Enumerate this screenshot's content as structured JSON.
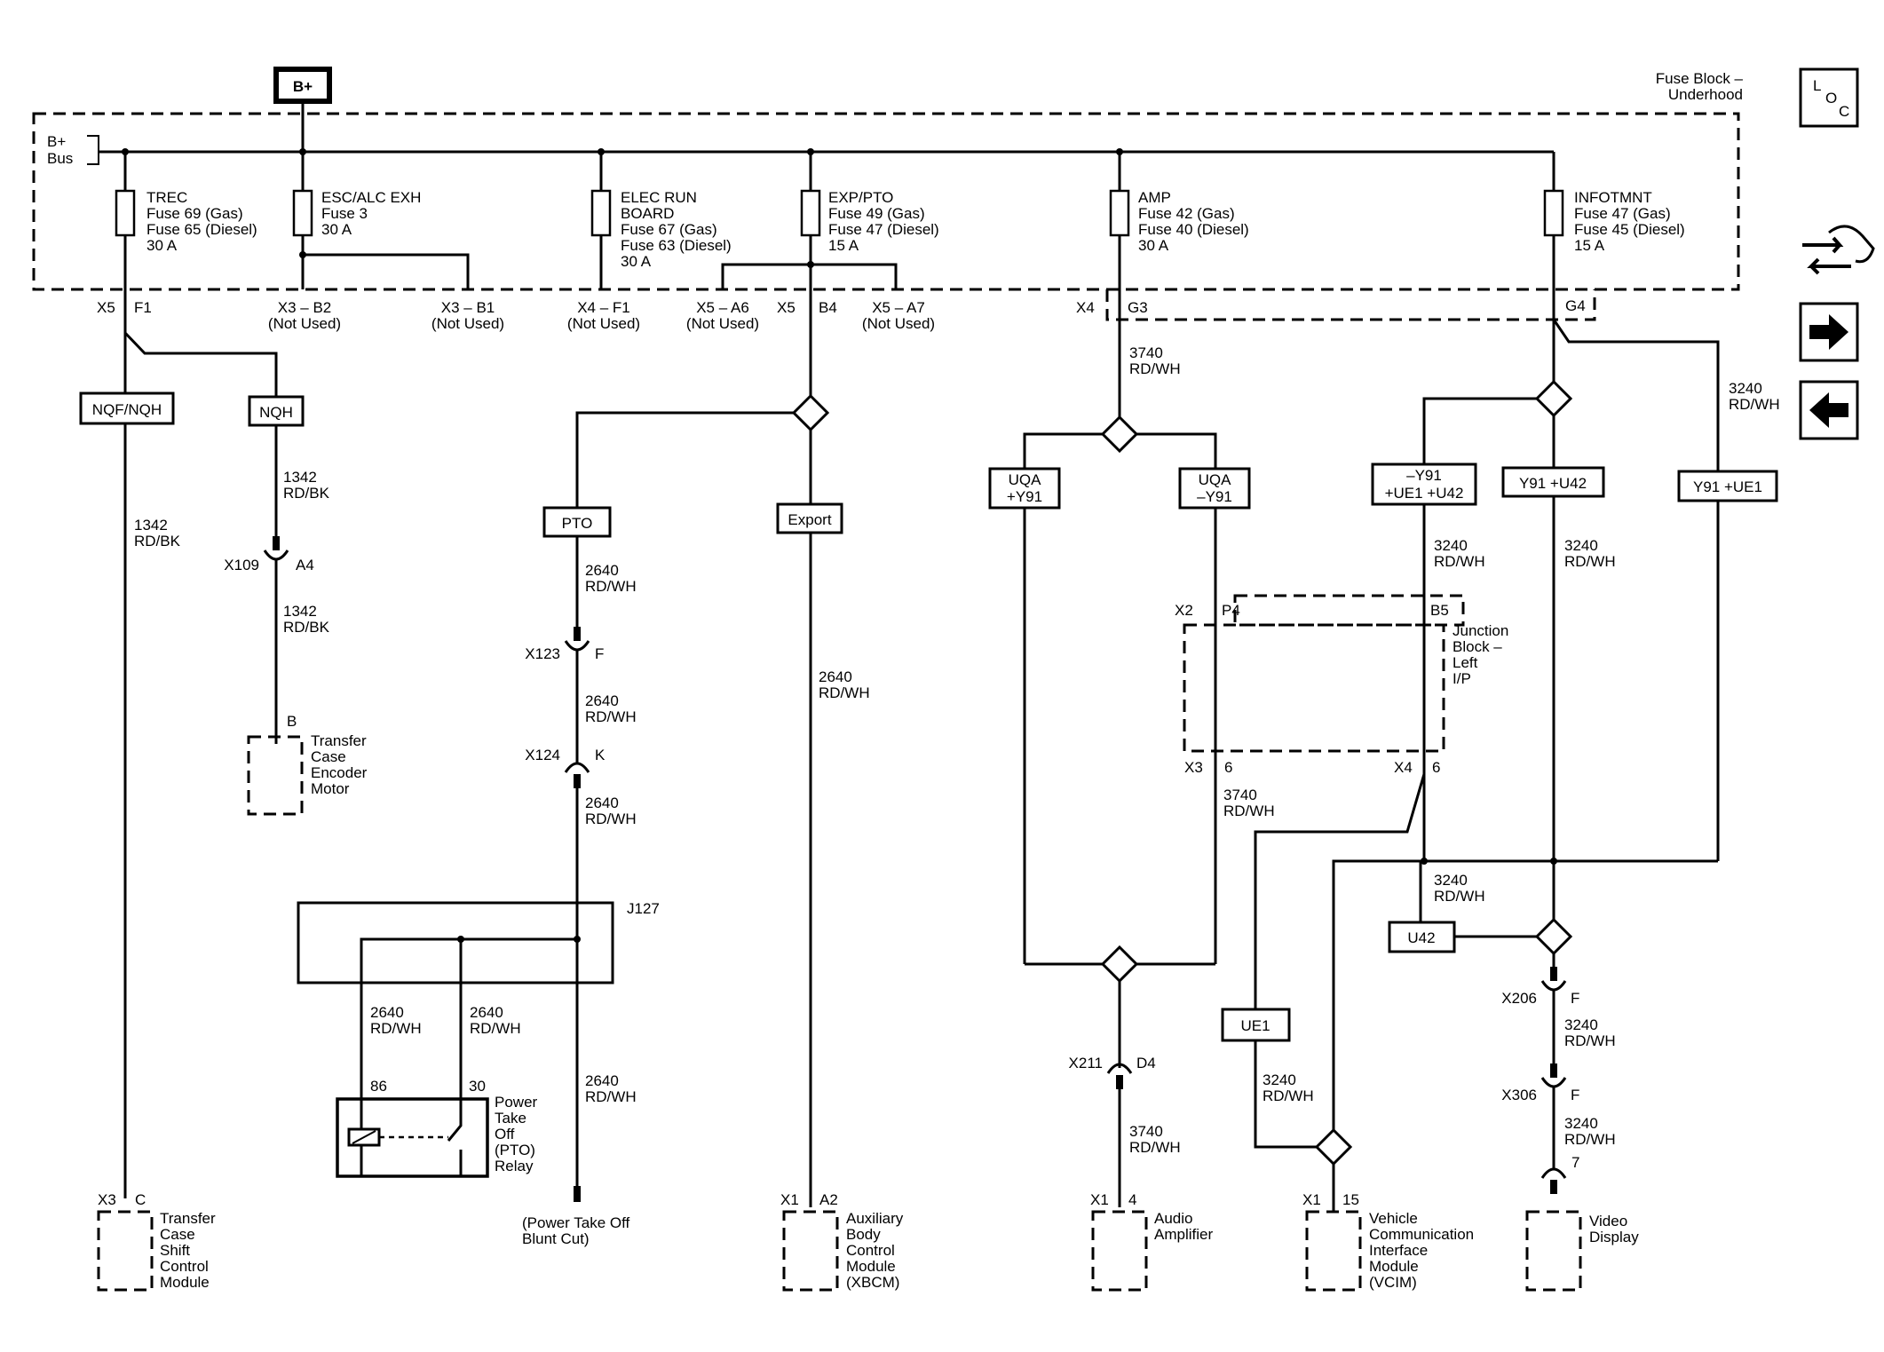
{
  "source": {
    "label": "B+"
  },
  "fuse_block": {
    "title_line1": "Fuse Block –",
    "title_line2": "Underhood",
    "bus_line1": "B+",
    "bus_line2": "Bus"
  },
  "nav": {
    "loc_l": "L",
    "loc_o": "O",
    "loc_c": "C"
  },
  "fuses": [
    {
      "lines": [
        "TREC",
        "Fuse 69 (Gas)",
        "Fuse 65 (Diesel)",
        "30 A"
      ]
    },
    {
      "lines": [
        "ESC/ALC EXH",
        "Fuse 3",
        "30 A"
      ]
    },
    {
      "lines": [
        "ELEC RUN",
        "BOARD",
        "Fuse 67 (Gas)",
        "Fuse 63 (Diesel)",
        "30 A"
      ]
    },
    {
      "lines": [
        "EXP/PTO",
        "Fuse 49 (Gas)",
        "Fuse 47 (Diesel)",
        "15 A"
      ]
    },
    {
      "lines": [
        "AMP",
        "Fuse 42 (Gas)",
        "Fuse 40 (Diesel)",
        "30 A"
      ]
    },
    {
      "lines": [
        "INFOTMNT",
        "Fuse 47 (Gas)",
        "Fuse 45 (Diesel)",
        "15 A"
      ]
    }
  ],
  "terminals": {
    "x5": "X5",
    "f1": "F1",
    "x3b2": "X3 – B2",
    "x3b1": "X3 – B1",
    "x4f1": "X4 – F1",
    "x5a6": "X5 – A6",
    "x5b": "X5",
    "b4": "B4",
    "x5a7": "X5 – A7",
    "x4": "X4",
    "g3": "G3",
    "g4": "G4",
    "not_used": "(Not Used)"
  },
  "options": {
    "nqf": "NQF/NQH",
    "nqh": "NQH",
    "pto": "PTO",
    "export": "Export",
    "uqa_pos_1": "UQA",
    "uqa_pos_2": "+Y91",
    "uqa_neg_1": "UQA",
    "uqa_neg_2": "–Y91",
    "ny91_1": "–Y91",
    "ny91_2": "+UE1 +U42",
    "y91u42": "Y91 +U42",
    "y91ue1": "Y91 +UE1",
    "u42": "U42",
    "ue1": "UE1"
  },
  "wires": {
    "c1342": "1342",
    "rdbk": "RD/BK",
    "c2640": "2640",
    "c3740": "3740",
    "c3240": "3240",
    "rdwh": "RD/WH"
  },
  "connectors": {
    "x109": "X109",
    "a4": "A4",
    "b": "B",
    "x123": "X123",
    "f": "F",
    "x124": "X124",
    "k": "K",
    "j127": "J127",
    "p86": "86",
    "p30": "30",
    "x2": "X2",
    "p4": "P4",
    "b5": "B5",
    "x3j": "X3",
    "six": "6",
    "x4j": "X4",
    "x211": "X211",
    "d4": "D4",
    "x206": "X206",
    "x306": "X306",
    "seven": "7",
    "x3c": "X3",
    "c": "C",
    "x1": "X1",
    "a2": "A2",
    "four": "4",
    "fifteen": "15"
  },
  "components": {
    "encoder": [
      "Transfer",
      "Case",
      "Encoder",
      "Motor"
    ],
    "relay": [
      "Power",
      "Take",
      "Off",
      "(PTO)",
      "Relay"
    ],
    "blunt": [
      "(Power Take Off",
      "Blunt Cut)"
    ],
    "jb": [
      "Junction",
      "Block –",
      "Left",
      "I/P"
    ],
    "tcscm": [
      "Transfer",
      "Case",
      "Shift",
      "Control",
      "Module"
    ],
    "xbcm": [
      "Auxiliary",
      "Body",
      "Control",
      "Module",
      "(XBCM)"
    ],
    "amp": [
      "Audio",
      "Amplifier"
    ],
    "vcim": [
      "Vehicle",
      "Communication",
      "Interface",
      "Module",
      "(VCIM)"
    ],
    "video": [
      "Video",
      "Display"
    ]
  }
}
